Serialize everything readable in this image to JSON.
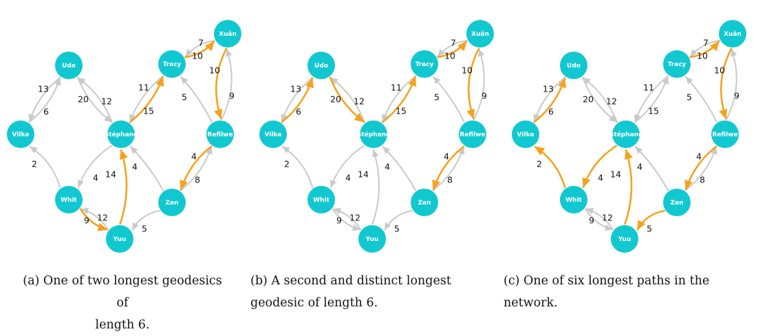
{
  "colors": {
    "node": "#12C8D0",
    "edge": "#C9C9C9",
    "highlight": "#F5A21C",
    "node_text": "#FFFFFF"
  },
  "nodes": [
    {
      "id": "Udo",
      "label": "Udo"
    },
    {
      "id": "Vilka",
      "label": "Vilka"
    },
    {
      "id": "Stephane",
      "label": "Stéphane"
    },
    {
      "id": "Whit",
      "label": "Whit"
    },
    {
      "id": "Yuu",
      "label": "Yuu"
    },
    {
      "id": "Zan",
      "label": "Zan"
    },
    {
      "id": "Tracy",
      "label": "Tracy"
    },
    {
      "id": "Xuan",
      "label": "Xuân"
    },
    {
      "id": "Refilwe",
      "label": "Refilwe"
    }
  ],
  "edges": [
    {
      "from": "Vilka",
      "to": "Udo",
      "weight": "13"
    },
    {
      "from": "Udo",
      "to": "Vilka",
      "weight": "6"
    },
    {
      "from": "Stephane",
      "to": "Udo",
      "weight": "20"
    },
    {
      "from": "Udo",
      "to": "Stephane",
      "weight": "12"
    },
    {
      "from": "Stephane",
      "to": "Tracy",
      "weight": "11"
    },
    {
      "from": "Tracy",
      "to": "Stephane",
      "weight": "15"
    },
    {
      "from": "Tracy",
      "to": "Xuan",
      "weight": "7"
    },
    {
      "from": "Xuan",
      "to": "Tracy",
      "weight": "10"
    },
    {
      "from": "Refilwe",
      "to": "Xuan",
      "weight": "10"
    },
    {
      "from": "Xuan",
      "to": "Refilwe",
      "weight": "9"
    },
    {
      "from": "Refilwe",
      "to": "Tracy",
      "weight": "5"
    },
    {
      "from": "Whit",
      "to": "Vilka",
      "weight": "2"
    },
    {
      "from": "Stephane",
      "to": "Whit",
      "weight": "4"
    },
    {
      "from": "Yuu",
      "to": "Stephane",
      "weight": "14"
    },
    {
      "from": "Zan",
      "to": "Stephane",
      "weight": "4"
    },
    {
      "from": "Zan",
      "to": "Refilwe",
      "weight": "4"
    },
    {
      "from": "Refilwe",
      "to": "Zan",
      "weight": "8"
    },
    {
      "from": "Yuu",
      "to": "Whit",
      "weight": "9"
    },
    {
      "from": "Whit",
      "to": "Yuu",
      "weight": "12"
    },
    {
      "from": "Zan",
      "to": "Yuu",
      "weight": "5"
    }
  ],
  "panels": [
    {
      "id": "a",
      "highlighted": [
        [
          "Whit",
          "Yuu"
        ],
        [
          "Yuu",
          "Stephane"
        ],
        [
          "Stephane",
          "Tracy"
        ],
        [
          "Tracy",
          "Xuan"
        ],
        [
          "Xuan",
          "Refilwe"
        ],
        [
          "Refilwe",
          "Zan"
        ]
      ],
      "caption_line1": "(a) One of two longest geodesics of",
      "caption_line2": "length 6."
    },
    {
      "id": "b",
      "highlighted": [
        [
          "Vilka",
          "Udo"
        ],
        [
          "Udo",
          "Stephane"
        ],
        [
          "Stephane",
          "Tracy"
        ],
        [
          "Tracy",
          "Xuan"
        ],
        [
          "Xuan",
          "Refilwe"
        ],
        [
          "Refilwe",
          "Zan"
        ]
      ],
      "caption_line1": "(b) A second and distinct longest",
      "caption_line2": "geodesic of length 6."
    },
    {
      "id": "c",
      "highlighted": [
        [
          "Tracy",
          "Xuan"
        ],
        [
          "Xuan",
          "Refilwe"
        ],
        [
          "Refilwe",
          "Zan"
        ],
        [
          "Zan",
          "Yuu"
        ],
        [
          "Yuu",
          "Stephane"
        ],
        [
          "Stephane",
          "Whit"
        ],
        [
          "Whit",
          "Vilka"
        ],
        [
          "Vilka",
          "Udo"
        ]
      ],
      "caption_line1": "(c) One of six longest paths in the network.",
      "caption_line2": ""
    }
  ]
}
